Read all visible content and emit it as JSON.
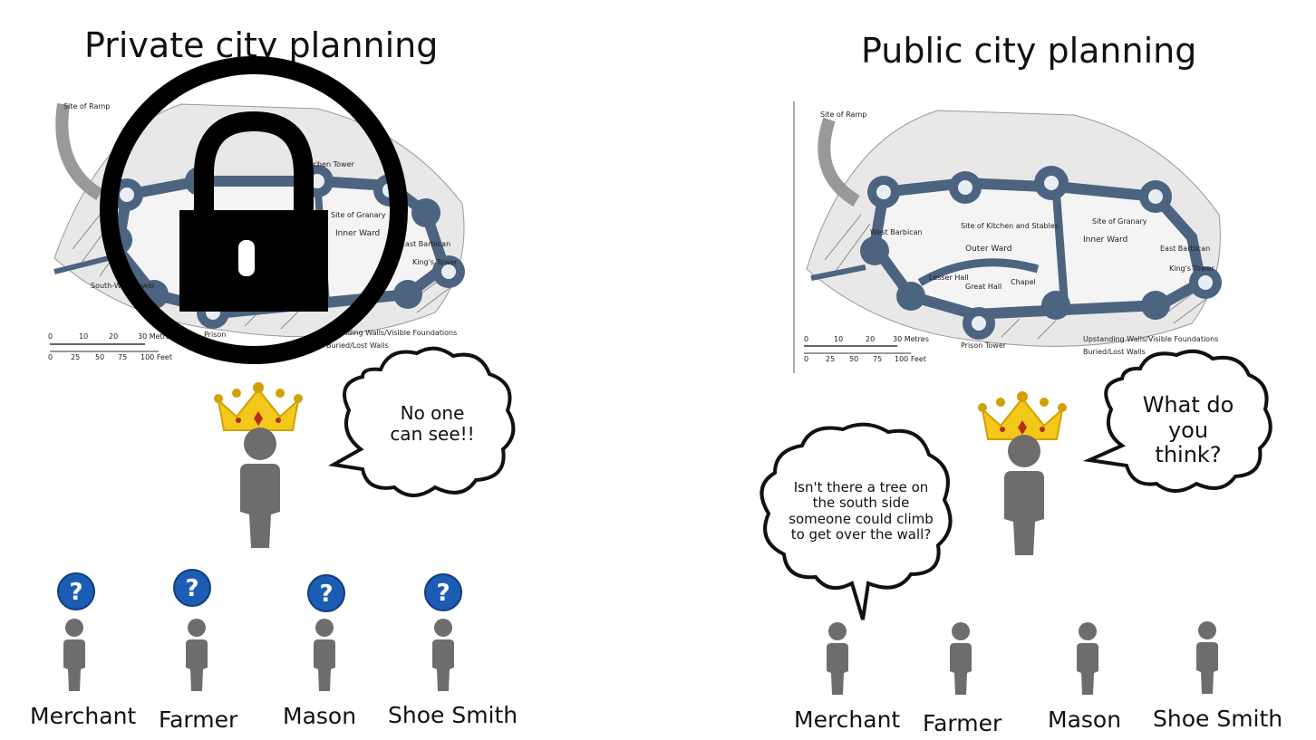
{
  "left": {
    "title": "Private city planning",
    "bubble": "No one can see!!",
    "people": [
      "Merchant",
      "Farmer",
      "Mason",
      "Shoe Smith"
    ],
    "question_mark": "?",
    "map_labels": [
      "Site of Ramp",
      "Inner Ward",
      "Site of Granary",
      "East Barbican",
      "King's Tower",
      "South-West Tower",
      "Prison",
      "Kitchen Tower",
      "0",
      "10",
      "20",
      "30 Metres",
      "0",
      "25",
      "50",
      "75",
      "100 Feet",
      "Standing Walls/Visible Foundations",
      "Buried/Lost Walls"
    ]
  },
  "right": {
    "title": "Public city planning",
    "bubble_king": "What do you think?",
    "bubble_merchant": "Isn't there a tree on the south side someone could climb to get over the wall?",
    "people": [
      "Merchant",
      "Farmer",
      "Mason",
      "Shoe Smith"
    ],
    "map_labels": [
      "Site of Ramp",
      "West Barbican",
      "Outer Ward",
      "Inner Ward",
      "Site of Granary",
      "Site of Kitchen and Stables",
      "East Barbican",
      "King's Tower",
      "Lesser Hall",
      "Great Hall",
      "Chapel",
      "Prison Tower",
      "0",
      "10",
      "20",
      "30 Metres",
      "0",
      "25",
      "50",
      "75",
      "100 Feet",
      "Upstanding Walls/Visible Foundations",
      "Buried/Lost Walls"
    ]
  },
  "colors": {
    "person": "#6f6c6c",
    "crown_gold": "#f2c81a",
    "crown_shadow": "#d2a000",
    "crown_jewel": "#b52d1f",
    "question_blue": "#1d5cb4",
    "castle_wall": "#4c6480",
    "lock_black": "#000000"
  },
  "icons": [
    "crown-icon",
    "person-icon",
    "question-circle-icon",
    "padlock-icon",
    "thought-bubble-icon",
    "castle-map"
  ]
}
